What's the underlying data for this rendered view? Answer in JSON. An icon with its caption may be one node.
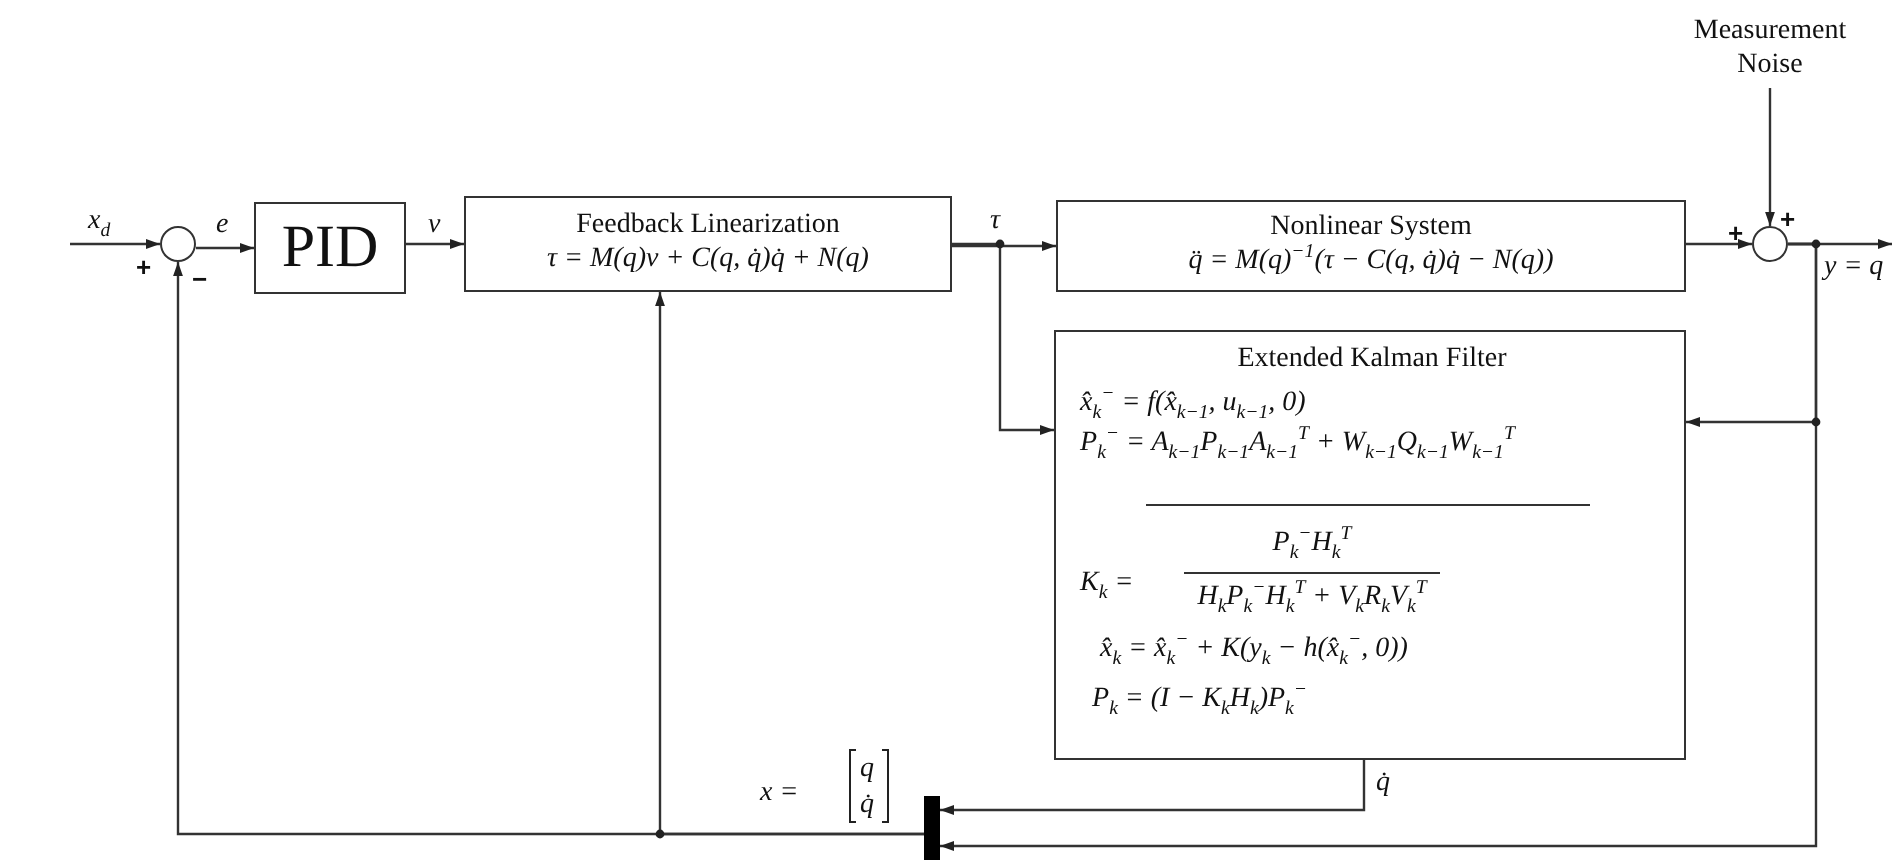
{
  "diagram": {
    "nodes": [
      {
        "text": [],
        "shape": "circle"
      },
      {
        "text": [
          "PID"
        ]
      },
      {
        "text": [
          "Feedback Linearization",
          "τ = M(q)v + C(q, q̇)q̇ + N(q)"
        ]
      },
      {
        "text": [
          "Nonlinear System",
          "q̈ = M(q)$^{−1}$(τ − C(q, q̇)q̇ − N(q))"
        ]
      },
      {
        "text": [],
        "shape": "circle"
      },
      {
        "text": [
          "Extended Kalman Filter",
          "x̂$_{k}$$^{−}$ = f(x̂$_{k−1}$, u$_{k−1}$, 0)",
          "P$_{k}$$^{−}$ = A$_{k−1}$P$_{k−1}$A$_{k−1}$$^{T}$ + W$_{k−1}$Q$_{k−1}$W$_{k−1}$$^{T}$",
          "K$_{k}$ =",
          "P$_{k}$$^{−}$H$_{k}$$^{T}$",
          "H$_{k}$P$_{k}$$^{−}$H$_{k}$$^{T}$ + V$_{k}$R$_{k}$V$_{k}$$^{T}$",
          "x̂$_{k}$ = x̂$_{k}$$^{−}$ + K(y$_{k}$ − h(x̂$_{k}$$^{−}$, 0))",
          "P$_{k}$ = (I − K$_{k}$H$_{k}$)P$_{k}$$^{−}$"
        ]
      },
      {
        "text": [],
        "shape": "bar"
      },
      {
        "text": [
          "Measurement Noise"
        ]
      }
    ],
    "edges": [
      {
        "from": null,
        "to": 0,
        "arrow": "to",
        "label": "x$_{d}$"
      },
      {
        "from": 0,
        "to": 1,
        "arrow": "to",
        "label": "e"
      },
      {
        "from": 1,
        "to": 2,
        "arrow": "to",
        "label": "v"
      },
      {
        "from": 2,
        "to": 3,
        "arrow": "to",
        "label": "τ"
      },
      {
        "from": 2,
        "to": 5,
        "arrow": "to"
      },
      {
        "from": 3,
        "to": 4,
        "arrow": "to"
      },
      {
        "from": 4,
        "to": null,
        "arrow": "to",
        "label": "y = q"
      },
      {
        "from": 4,
        "to": 5,
        "arrow": "to"
      },
      {
        "from": 4,
        "to": 6,
        "arrow": "to"
      },
      {
        "from": 5,
        "to": 6,
        "arrow": "to",
        "label": "q̇"
      },
      {
        "from": 6,
        "to": 0,
        "arrow": "to"
      },
      {
        "from": 6,
        "to": 2,
        "arrow": "to"
      },
      {
        "from": 7,
        "to": 4,
        "arrow": "to"
      }
    ],
    "labels": [
      "+",
      "−",
      "+",
      "+",
      "x =",
      "q",
      "q̇"
    ]
  }
}
